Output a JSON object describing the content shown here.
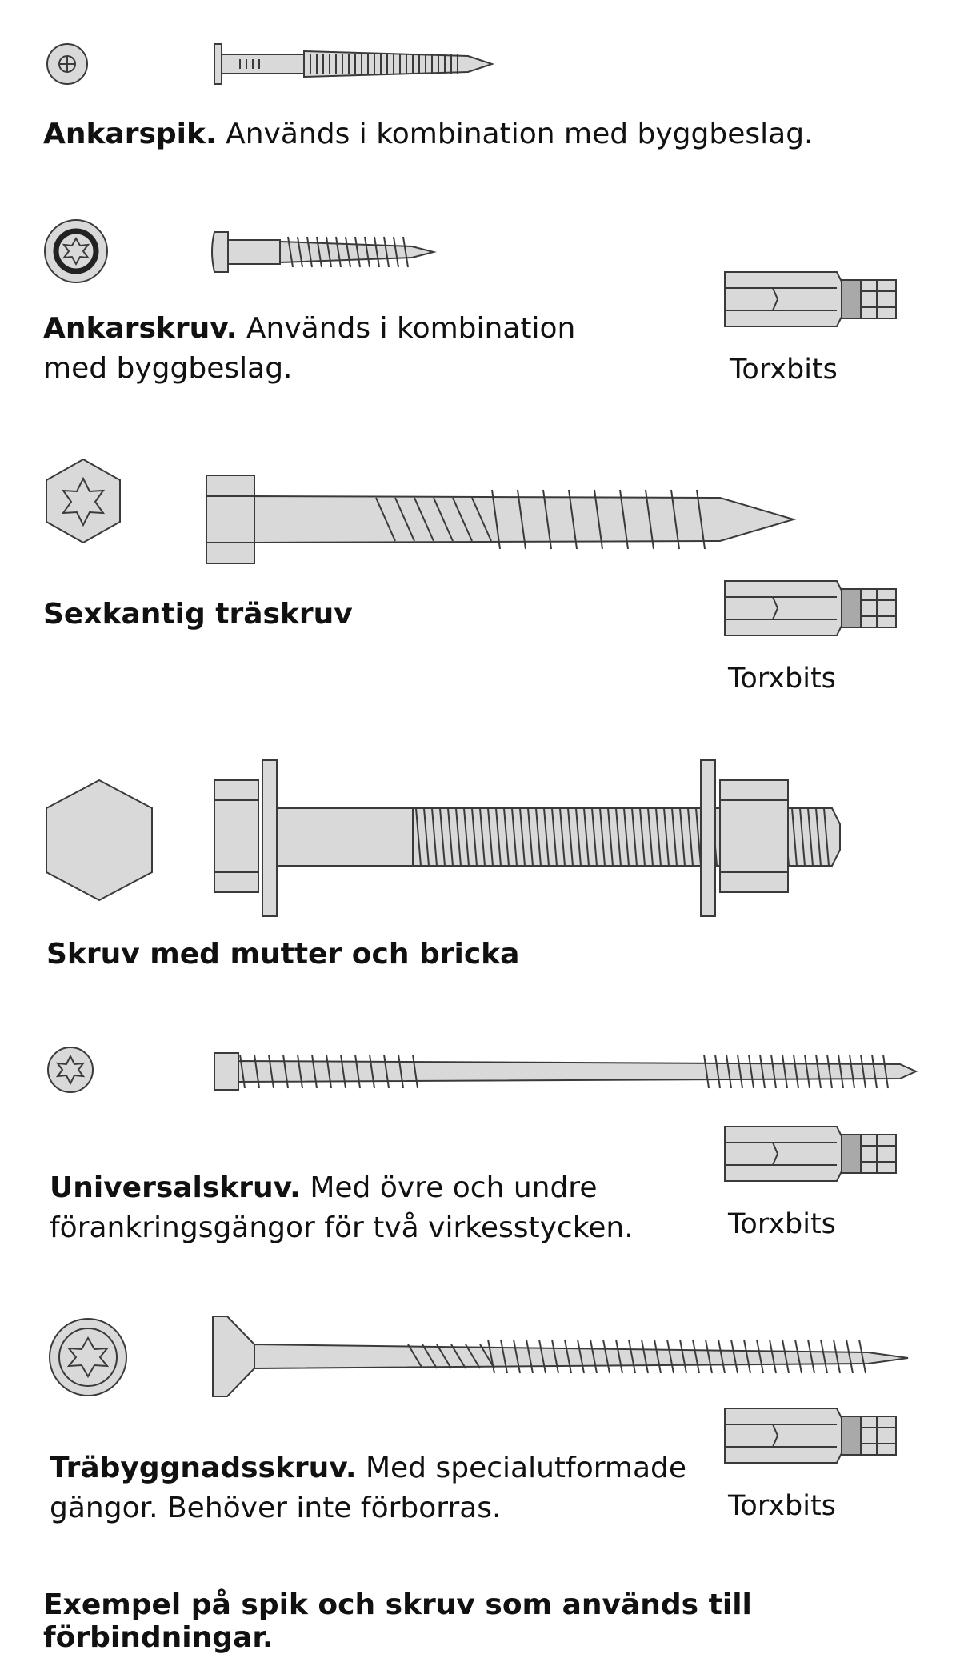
{
  "items": [
    {
      "name": "Ankarspik.",
      "desc": "Används i kombination med byggbeslag."
    },
    {
      "name": "Ankarskruv.",
      "desc": "Används i kombination",
      "desc2": "med byggbeslag."
    },
    {
      "name": "Sexkantig träskruv",
      "desc": ""
    },
    {
      "name": "Skruv med mutter och bricka",
      "desc": ""
    },
    {
      "name": "Universalskruv.",
      "desc": "Med övre och undre",
      "desc2": "förankringsgängor för två virkesstycken."
    },
    {
      "name": "Träbyggnadsskruv.",
      "desc": "Med specialutformade",
      "desc2": "gängor. Behöver inte förborras."
    }
  ],
  "bits_label": "Torxbits",
  "footer": "Exempel på spik och skruv som används till förbindningar.",
  "colors": {
    "metal": "#d9d9d9",
    "metal_dark": "#a9a9a9",
    "stroke": "#3a3a3a"
  }
}
